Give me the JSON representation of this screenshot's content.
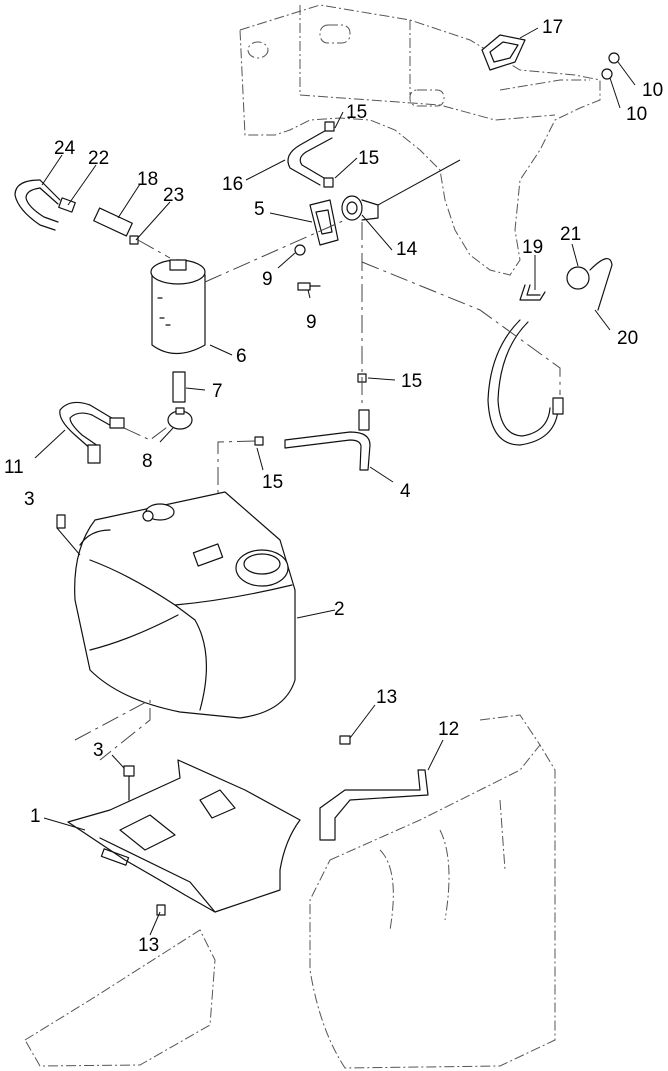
{
  "callouts": [
    {
      "id": "c1",
      "label": "1"
    },
    {
      "id": "c2",
      "label": "2"
    },
    {
      "id": "c3a",
      "label": "3"
    },
    {
      "id": "c3b",
      "label": "3"
    },
    {
      "id": "c4",
      "label": "4"
    },
    {
      "id": "c5",
      "label": "5"
    },
    {
      "id": "c6",
      "label": "6"
    },
    {
      "id": "c7",
      "label": "7"
    },
    {
      "id": "c8",
      "label": "8"
    },
    {
      "id": "c9a",
      "label": "9"
    },
    {
      "id": "c9b",
      "label": "9"
    },
    {
      "id": "c10a",
      "label": "10"
    },
    {
      "id": "c10b",
      "label": "10"
    },
    {
      "id": "c11",
      "label": "11"
    },
    {
      "id": "c12",
      "label": "12"
    },
    {
      "id": "c13a",
      "label": "13"
    },
    {
      "id": "c13b",
      "label": "13"
    },
    {
      "id": "c14",
      "label": "14"
    },
    {
      "id": "c15a",
      "label": "15"
    },
    {
      "id": "c15b",
      "label": "15"
    },
    {
      "id": "c15c",
      "label": "15"
    },
    {
      "id": "c15d",
      "label": "15"
    },
    {
      "id": "c16",
      "label": "16"
    },
    {
      "id": "c17",
      "label": "17"
    },
    {
      "id": "c18",
      "label": "18"
    },
    {
      "id": "c19",
      "label": "19"
    },
    {
      "id": "c20",
      "label": "20"
    },
    {
      "id": "c21",
      "label": "21"
    },
    {
      "id": "c22",
      "label": "22"
    },
    {
      "id": "c23",
      "label": "23"
    },
    {
      "id": "c24",
      "label": "24"
    }
  ]
}
